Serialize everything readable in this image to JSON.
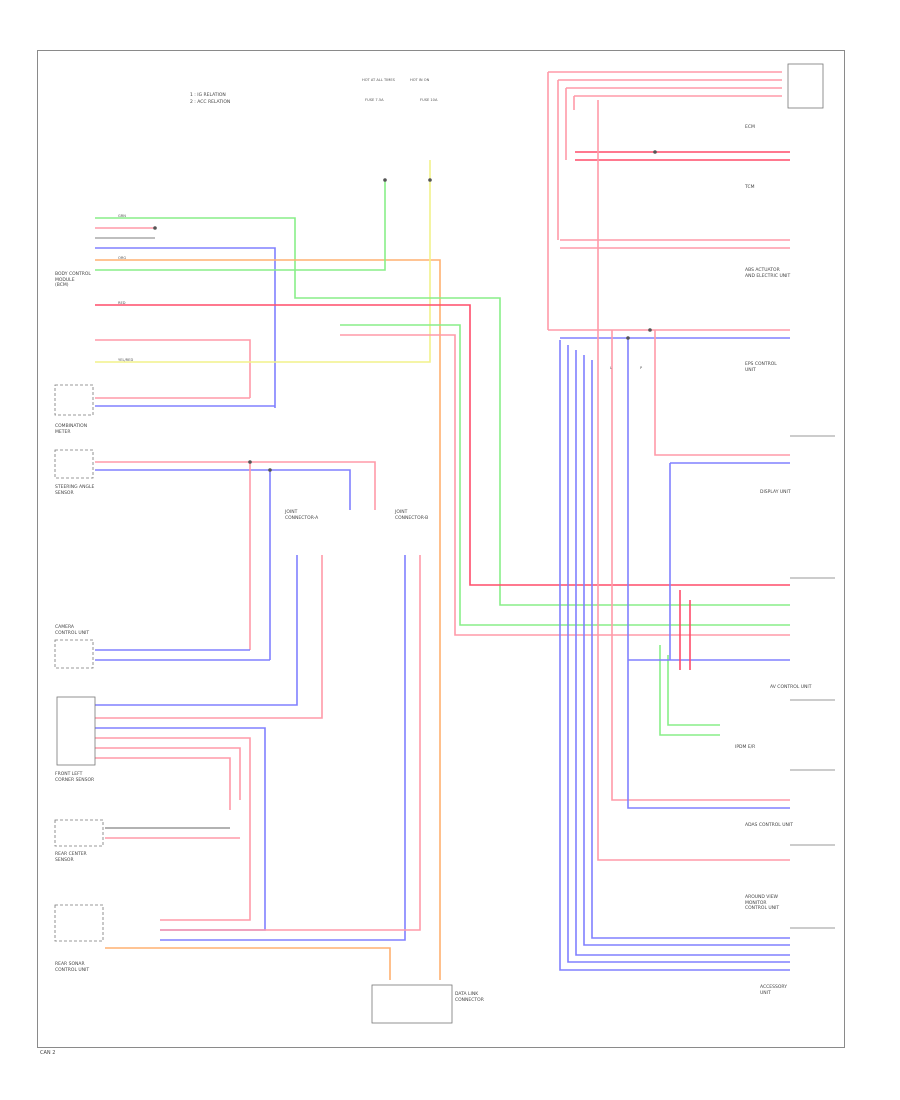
{
  "legend": [
    "1 : IG RELATION",
    "2 : ACC RELATION"
  ],
  "fuses": {
    "hot_at_all_times": "HOT AT ALL TIMES",
    "hot_in_on": "HOT IN ON",
    "fuse_a": "FUSE 7.5A",
    "fuse_b": "FUSE 10A"
  },
  "components": {
    "body_control": "BODY CONTROL\nMODULE\n(BCM)",
    "combination_meter": "COMBINATION\nMETER",
    "steering_angle": "STEERING ANGLE\nSENSOR",
    "camera_unit": "CAMERA\nCONTROL UNIT",
    "front_left": "FRONT LEFT\nCORNER SENSOR",
    "rear_center": "REAR CENTER\nSENSOR",
    "rear_sonar": "REAR SONAR\nCONTROL UNIT",
    "joint_connector_a": "JOINT\nCONNECTOR-A",
    "joint_connector_b": "JOINT\nCONNECTOR-B",
    "data_link": "DATA LINK\nCONNECTOR",
    "ecm": "ECM",
    "tcm": "TCM",
    "abs": "ABS ACTUATOR\nAND ELECTRIC UNIT",
    "eps": "EPS CONTROL\nUNIT",
    "av_control": "AV CONTROL UNIT",
    "display": "DISPLAY UNIT",
    "ipdm": "IPDM E/R",
    "adas": "ADAS CONTROL UNIT",
    "around_view": "AROUND VIEW\nMONITOR\nCONTROL UNIT",
    "accessory": "ACCESSORY\nUNIT"
  },
  "wires": {
    "can_h": "L",
    "can_l": "P",
    "grn": "GRN",
    "org": "ORG",
    "yel": "YEL/RED",
    "red": "RED"
  },
  "footer": "CAN 2"
}
